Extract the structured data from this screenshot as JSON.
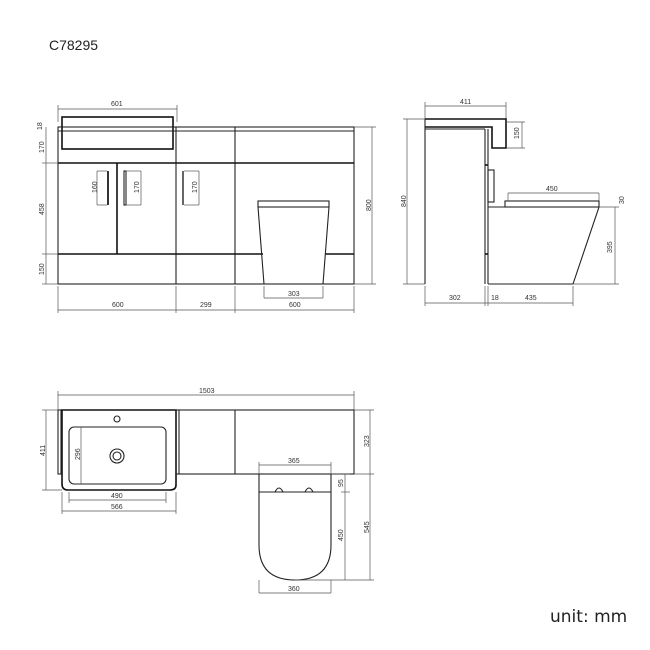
{
  "product_code": "C78295",
  "unit_label": "unit: mm",
  "front_view": {
    "basin_width": "601",
    "worktop_thickness": "18",
    "drawer_height": "170",
    "door_height": "458",
    "plinth_height": "150",
    "handle_left": "160",
    "handle_mid": "170",
    "handle_right": "170",
    "total_height": "800",
    "toilet_base_width": "303",
    "widths": [
      "600",
      "299",
      "600"
    ]
  },
  "side_view": {
    "basin_depth": "411",
    "basin_height": "150",
    "total_height": "840",
    "seat_length": "450",
    "seat_thickness": "30",
    "pan_height": "395",
    "depths": [
      "302",
      "18",
      "435"
    ]
  },
  "top_view": {
    "total_width": "1503",
    "basin_depth": "411",
    "bowl_depth": "296",
    "bowl_width": "490",
    "basin_width": "566",
    "cabinet_depth": "323",
    "toilet_width_top": "365",
    "hinge_offset": "95",
    "seat_length": "450",
    "toilet_projection": "545",
    "toilet_width_bottom": "360"
  }
}
